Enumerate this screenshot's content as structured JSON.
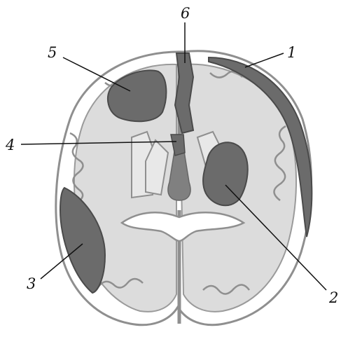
{
  "callouts": [
    {
      "id": "lesion-1",
      "label": "1"
    },
    {
      "id": "lesion-2",
      "label": "2"
    },
    {
      "id": "lesion-3",
      "label": "3"
    },
    {
      "id": "lesion-4",
      "label": "4"
    },
    {
      "id": "lesion-5",
      "label": "5"
    },
    {
      "id": "lesion-6",
      "label": "6"
    }
  ],
  "colors": {
    "outline": "#9a9a9a",
    "gray_matter": "#ffffff",
    "white_matter": "#d6d6d6",
    "lesion": "#6b6b6b",
    "ventricle": "#808080"
  }
}
